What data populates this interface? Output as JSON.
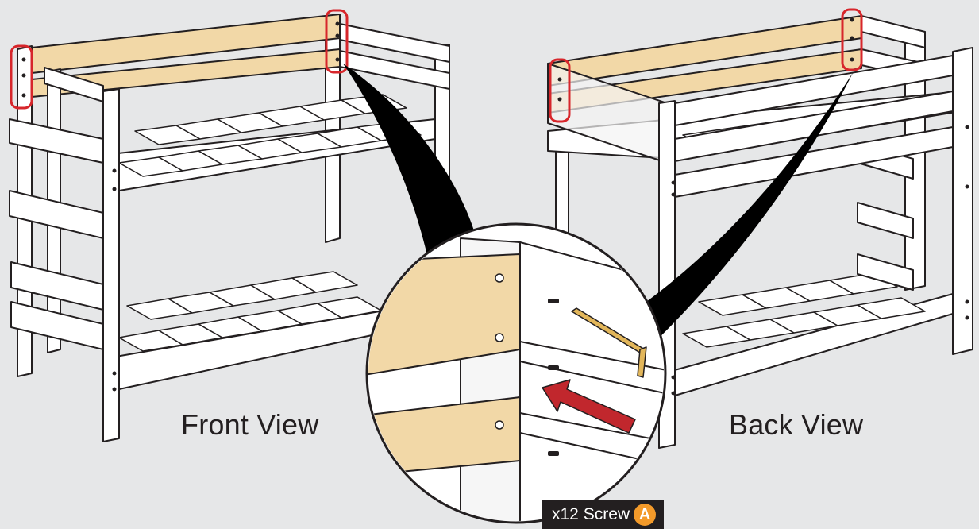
{
  "views": {
    "front_label": "Front View",
    "back_label": "Back View"
  },
  "part_tag": {
    "quantity_text": "x12 Screw",
    "part_letter": "A"
  },
  "colors": {
    "background": "#e6e7e8",
    "frame": "#ffffff",
    "outline": "#231f20",
    "wood": "#f2d8a7",
    "highlight": "#d7262b",
    "arrow": "#c1272d",
    "tag": "#231f20",
    "badge": "#f39a2a"
  },
  "icons": [
    "hex-key-icon",
    "screw-icon",
    "insertion-arrow-icon",
    "callout-pointer-icon"
  ]
}
